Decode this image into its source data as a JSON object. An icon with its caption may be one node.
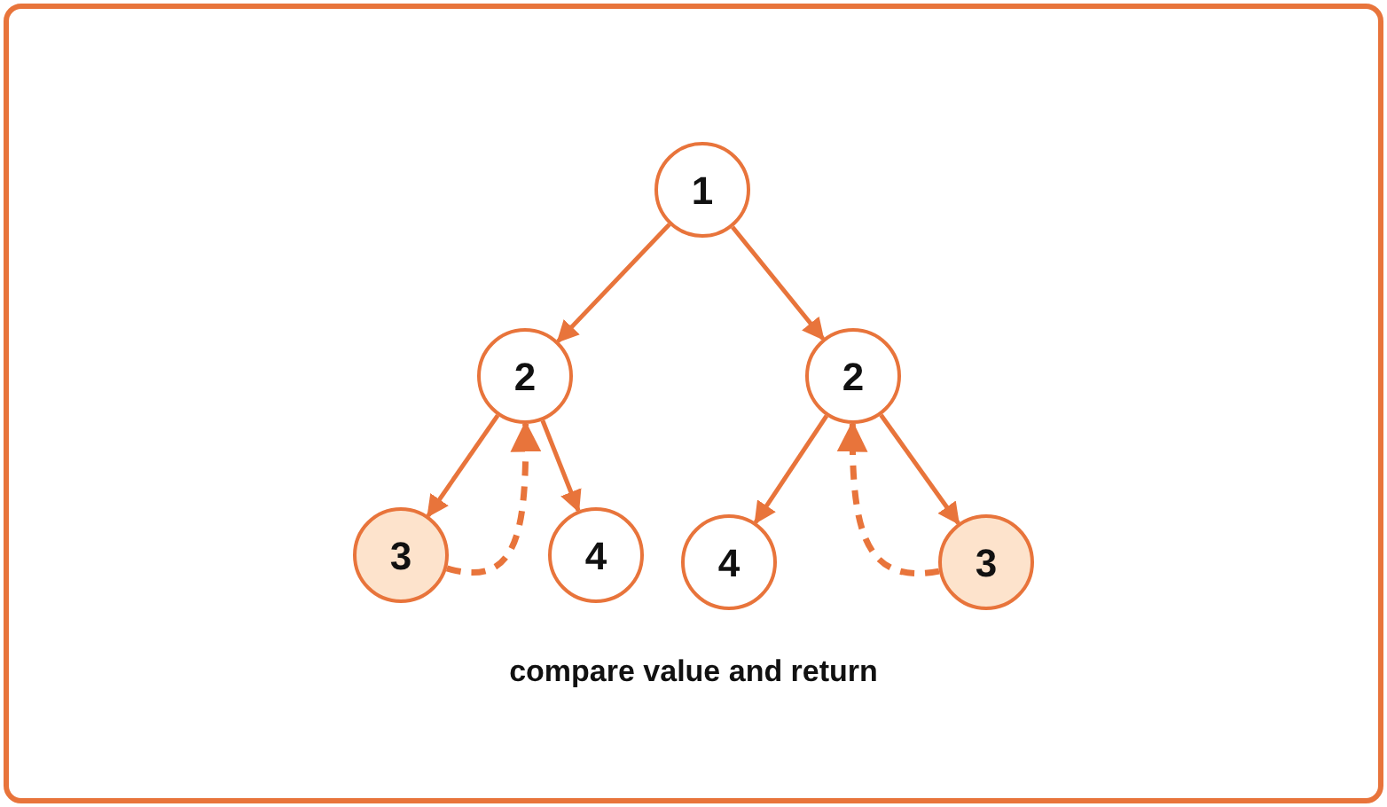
{
  "diagram": {
    "nodes": [
      {
        "text": [
          "1"
        ]
      },
      {
        "text": [
          "2"
        ]
      },
      {
        "text": [
          "2"
        ]
      },
      {
        "text": [
          "3"
        ]
      },
      {
        "text": [
          "4"
        ]
      },
      {
        "text": [
          "4"
        ]
      },
      {
        "text": [
          "3"
        ]
      }
    ],
    "edges": [
      {
        "from": 0,
        "to": 1,
        "arrow": "to"
      },
      {
        "from": 0,
        "to": 2,
        "arrow": "to"
      },
      {
        "from": 1,
        "to": 3,
        "arrow": "to"
      },
      {
        "from": 1,
        "to": 4,
        "arrow": "to"
      },
      {
        "from": 2,
        "to": 5,
        "arrow": "to"
      },
      {
        "from": 2,
        "to": 6,
        "arrow": "to"
      },
      {
        "from": 3,
        "to": 1,
        "arrow": "to",
        "style": "dashed"
      },
      {
        "from": 6,
        "to": 2,
        "arrow": "to",
        "style": "dashed"
      }
    ],
    "labels": [
      "compare value and return"
    ]
  }
}
